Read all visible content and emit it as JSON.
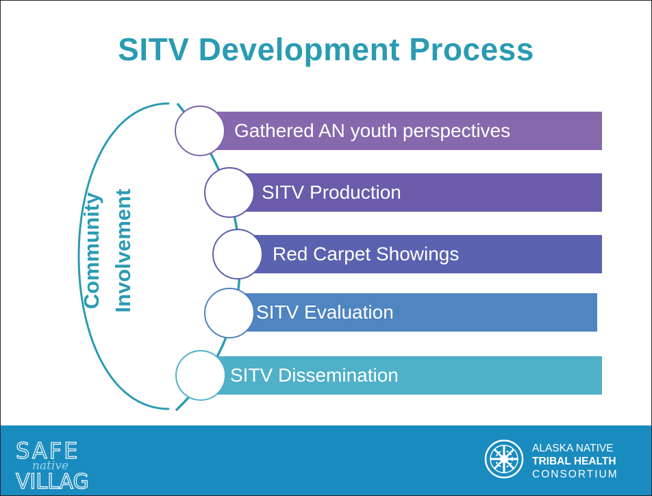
{
  "title": "SITV Development Process",
  "side_label": {
    "line1": "Community",
    "line2": "Involvement"
  },
  "steps": [
    {
      "label": "Gathered AN youth perspectives",
      "color": "#8669ad"
    },
    {
      "label": "SITV Production",
      "color": "#6a5bab"
    },
    {
      "label": "Red Carpet Showings",
      "color": "#5a62b0"
    },
    {
      "label": "SITV Evaluation",
      "color": "#4f85c0"
    },
    {
      "label": "SITV Dissemination",
      "color": "#4fb0c8"
    }
  ],
  "colors": {
    "title": "#2a9bb3",
    "bracket": "#2a9bb3",
    "footer": "#1a8bbf"
  },
  "footer": {
    "safe_logo": {
      "line1": "SAFE",
      "line2": "VILLAGE",
      "overlay": "native"
    },
    "anthc": {
      "line1": "ALASKA NATIVE",
      "line2": "TRIBAL HEALTH",
      "line3": "CONSORTIUM",
      "icon": "anthc-emblem-icon"
    }
  }
}
